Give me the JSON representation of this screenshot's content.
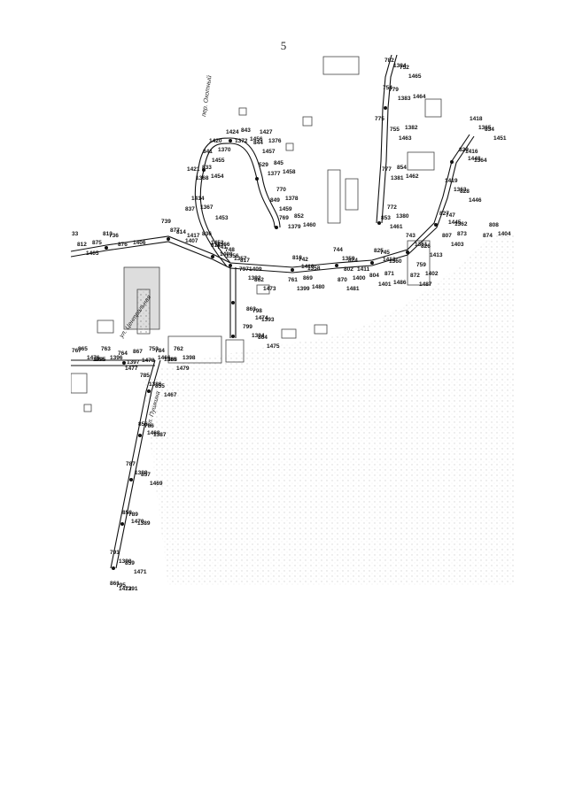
{
  "page": {
    "number": "5"
  },
  "streets": {
    "street_1": "пер. Охотный",
    "street_2": "ул. Центральная",
    "street_3": "ул. Пушкина"
  },
  "nodes": [
    "33",
    "736",
    "739",
    "741",
    "748",
    "742",
    "744",
    "745",
    "743",
    "747",
    "1419",
    "1416",
    "1418",
    "1417",
    "1414",
    "1421",
    "1420",
    "1424",
    "1427",
    "529",
    "770",
    "769",
    "772",
    "777",
    "775",
    "779",
    "782",
    "784",
    "785",
    "786",
    "787",
    "789",
    "791",
    "795",
    "797",
    "798",
    "799",
    "767",
    "763",
    "764",
    "762",
    "761",
    "802",
    "804",
    "759",
    "807",
    "808",
    "812",
    "813",
    "814",
    "816",
    "817",
    "818",
    "824",
    "825",
    "826",
    "827",
    "828",
    "829",
    "834",
    "836",
    "837",
    "833",
    "841",
    "843",
    "844",
    "845",
    "849",
    "852",
    "853",
    "854",
    "755",
    "754",
    "752",
    "753",
    "855",
    "856",
    "857",
    "858",
    "859",
    "861",
    "862",
    "863",
    "864",
    "865",
    "866",
    "867",
    "868",
    "869",
    "870",
    "871",
    "872",
    "873",
    "874",
    "875",
    "876",
    "877",
    "1356",
    "1357",
    "1358",
    "1359",
    "1360",
    "1361",
    "1362",
    "1363",
    "1364",
    "1365",
    "1366",
    "1367",
    "1368",
    "1370",
    "1372",
    "1376",
    "1377",
    "1378",
    "1379",
    "1380",
    "1381",
    "1382",
    "1383",
    "1384",
    "1385",
    "1386",
    "1387",
    "1388",
    "1389",
    "1390",
    "1391",
    "1392",
    "1393",
    "1394",
    "1395",
    "1396",
    "1397",
    "1398",
    "1399",
    "1400",
    "1401",
    "1402",
    "1403",
    "1404",
    "1405",
    "1406",
    "1407",
    "1408",
    "1409",
    "1410",
    "1411",
    "1412",
    "1413",
    "1445",
    "1446",
    "1448",
    "1451",
    "1452",
    "1453",
    "1454",
    "1455",
    "1456",
    "1457",
    "1458",
    "1459",
    "1460",
    "1461",
    "1462",
    "1463",
    "1464",
    "1465",
    "1466",
    "1467",
    "1468",
    "1469",
    "1470",
    "1471",
    "1472",
    "1473",
    "1474",
    "1475",
    "1476",
    "1477",
    "1478",
    "1479",
    "1480",
    "1481",
    "1486",
    "1487"
  ]
}
